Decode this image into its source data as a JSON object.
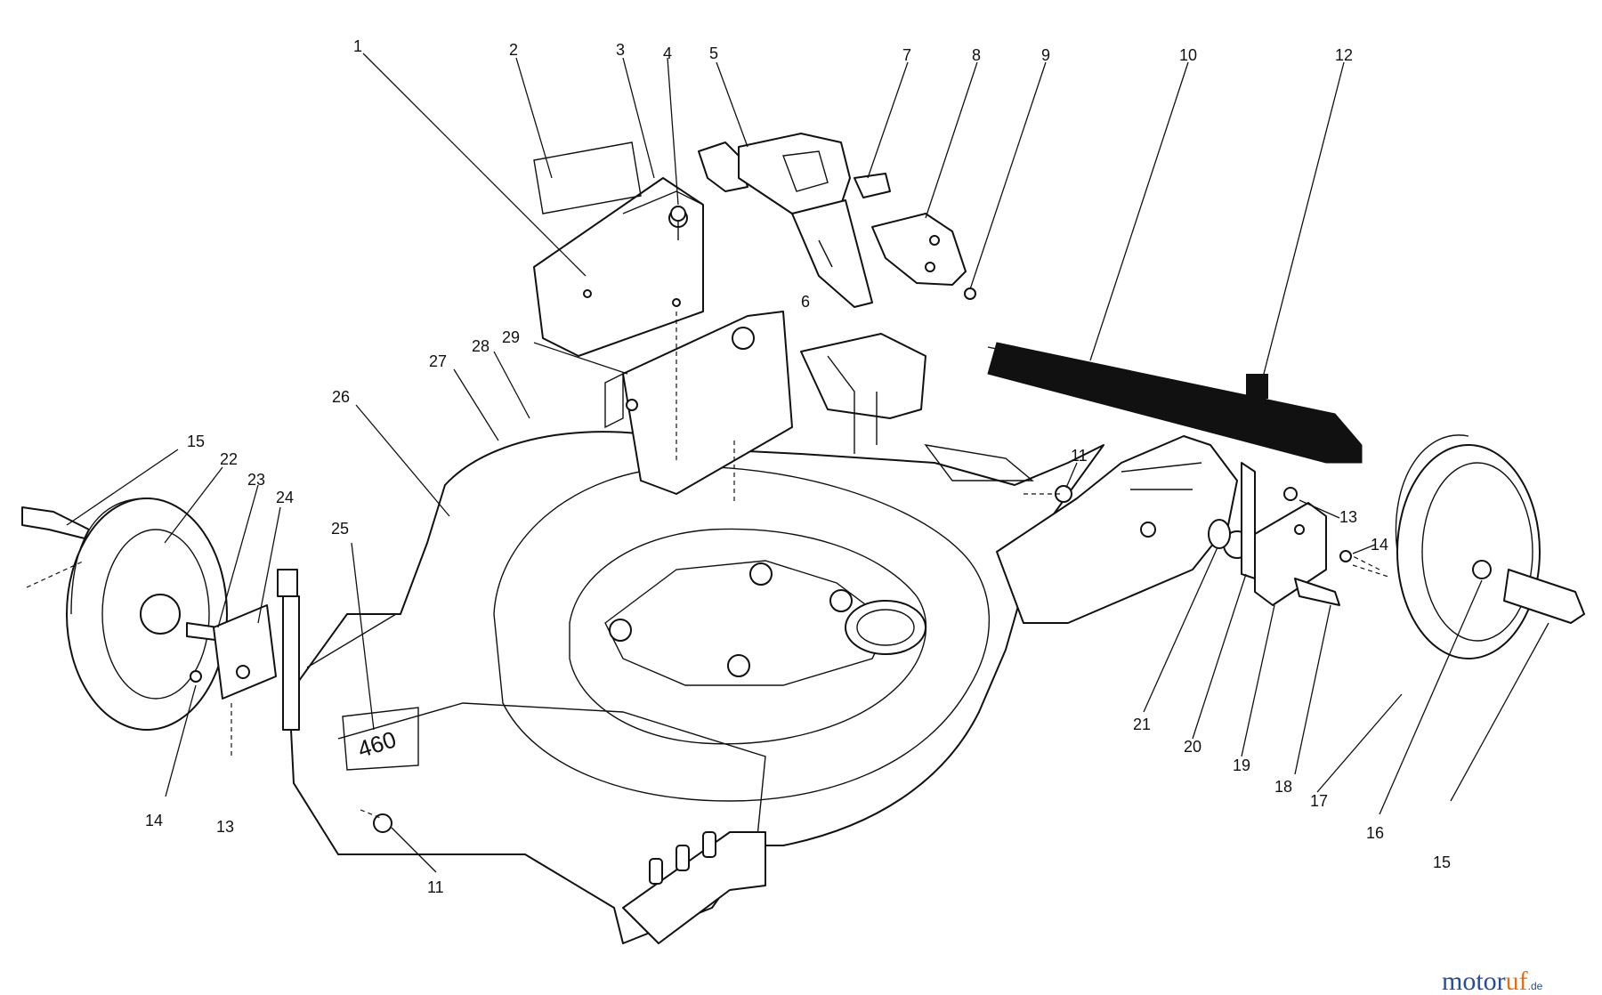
{
  "diagram": {
    "deck_stamp": "460",
    "callouts": [
      "1",
      "2",
      "3",
      "4",
      "5",
      "6",
      "7",
      "8",
      "9",
      "10",
      "11",
      "12",
      "13",
      "14",
      "15",
      "16",
      "17",
      "18",
      "19",
      "20",
      "21",
      "22",
      "23",
      "24",
      "25",
      "26",
      "27",
      "28",
      "29",
      "11",
      "13",
      "14",
      "15"
    ]
  },
  "watermark": {
    "part1": "motor",
    "part2": "uf",
    "suffix": ".de"
  }
}
